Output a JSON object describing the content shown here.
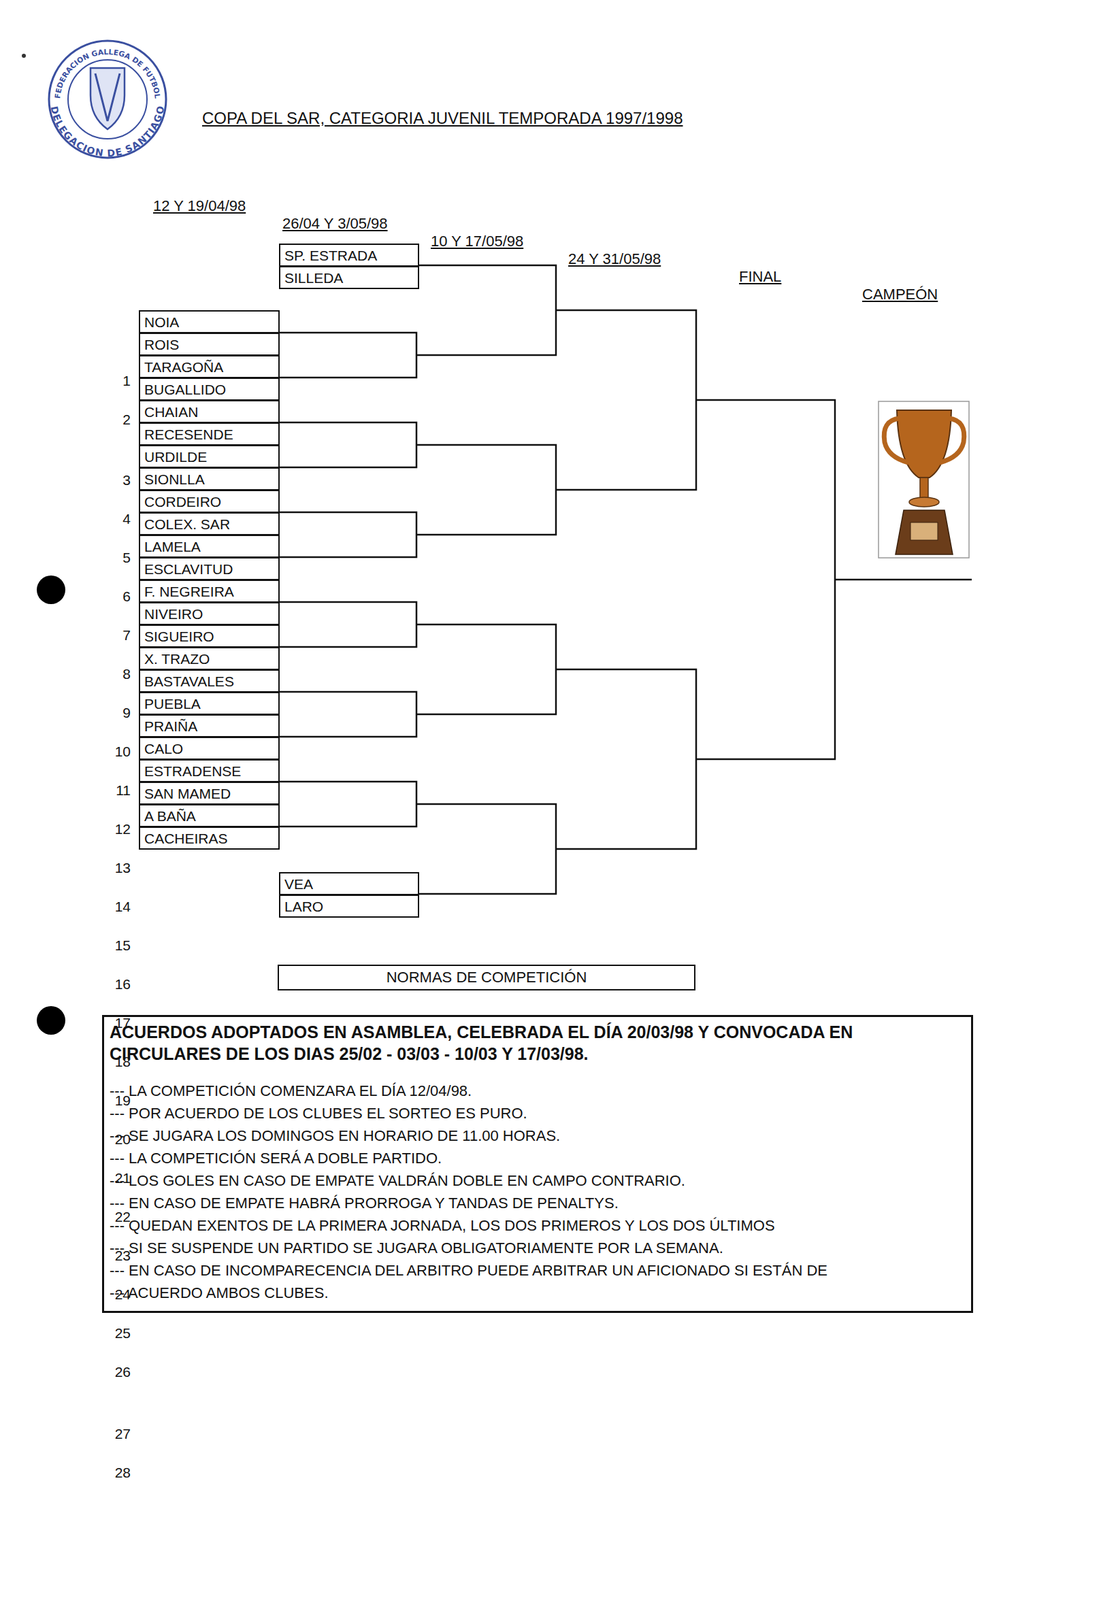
{
  "diagram": {
    "title": "COPA DEL SAR, CATEGORIA JUVENIL TEMPORADA 1997/1998",
    "nodes": [
      {
        "text": [
          "SP. ESTRADA"
        ]
      },
      {
        "text": [
          "SILLEDA"
        ]
      },
      {
        "text": [
          "NOIA"
        ]
      },
      {
        "text": [
          "ROIS"
        ]
      },
      {
        "text": [
          "TARAGOÑA"
        ]
      },
      {
        "text": [
          "BUGALLIDO"
        ]
      },
      {
        "text": [
          "CHAIAN"
        ]
      },
      {
        "text": [
          "RECESENDE"
        ]
      },
      {
        "text": [
          "URDILDE"
        ]
      },
      {
        "text": [
          "SIONLLA"
        ]
      },
      {
        "text": [
          "CORDEIRO"
        ]
      },
      {
        "text": [
          "COLEX. SAR"
        ]
      },
      {
        "text": [
          "LAMELA"
        ]
      },
      {
        "text": [
          "ESCLAVITUD"
        ]
      },
      {
        "text": [
          "F. NEGREIRA"
        ]
      },
      {
        "text": [
          "NIVEIRO"
        ]
      },
      {
        "text": [
          "SIGUEIRO"
        ]
      },
      {
        "text": [
          "X. TRAZO"
        ]
      },
      {
        "text": [
          "BASTAVALES"
        ]
      },
      {
        "text": [
          "PUEBLA"
        ]
      },
      {
        "text": [
          "PRAIÑA"
        ]
      },
      {
        "text": [
          "CALO"
        ]
      },
      {
        "text": [
          "ESTRADENSE"
        ]
      },
      {
        "text": [
          "SAN MAMED"
        ]
      },
      {
        "text": [
          "A BAÑA"
        ]
      },
      {
        "text": [
          "CACHEIRAS"
        ]
      },
      {
        "text": [
          "VEA"
        ]
      },
      {
        "text": [
          "LARO"
        ]
      },
      {
        "text": [
          "NORMAS DE COMPETICIÓN"
        ]
      },
      {
        "text": [
          "ACUERDOS ADOPTADOS EN ASAMBLEA, CELEBRADA EL DÍA 20/03/98 Y CONVOCADA EN CIRCULARES DE LOS DIAS 25/02 - 03/03 - 10/03 Y 17/03/98.",
          "--- LA COMPETICIÓN COMENZARA EL DÍA 12/04/98.",
          "--- POR ACUERDO DE LOS CLUBES EL SORTEO ES PURO.",
          "--- SE JUGARA LOS DOMINGOS EN HORARIO DE 11.00 HORAS.",
          "--- LA COMPETICIÓN SERÁ A DOBLE PARTIDO.",
          "--- LOS GOLES  EN CASO DE EMPATE VALDRÁN DOBLE EN CAMPO CONTRARIO.",
          "--- EN CASO DE EMPATE HABRÁ PRORROGA Y TANDAS DE PENALTYS.",
          "--- QUEDAN EXENTOS DE LA PRIMERA JORNADA, LOS DOS PRIMEROS Y LOS DOS ÚLTIMOS",
          "--- SI SE SUSPENDE UN PARTIDO SE JUGARA OBLIGATORIAMENTE POR LA SEMANA.",
          "--- EN CASO DE INCOMPARECENCIA DEL ARBITRO PUEDE ARBITRAR UN AFICIONADO SI ESTÁN DE",
          "--- ACUERDO AMBOS CLUBES."
        ]
      }
    ],
    "labels": [
      "FEDERACION GALLEGA DE FUTBOL",
      "DELEGACION DE SANTIAGO",
      "12 Y 19/04/98",
      "26/04 Y 3/05/98",
      "10 Y 17/05/98",
      "24 Y 31/05/98",
      "FINAL",
      "CAMPEÓN",
      "1",
      "2",
      "3",
      "4",
      "5",
      "6",
      "7",
      "8",
      "9",
      "10",
      "11",
      "12",
      "13",
      "14",
      "15",
      "16",
      "17",
      "18",
      "19",
      "20",
      "21",
      "22",
      "23",
      "24",
      "25",
      "26",
      "27",
      "28"
    ]
  }
}
